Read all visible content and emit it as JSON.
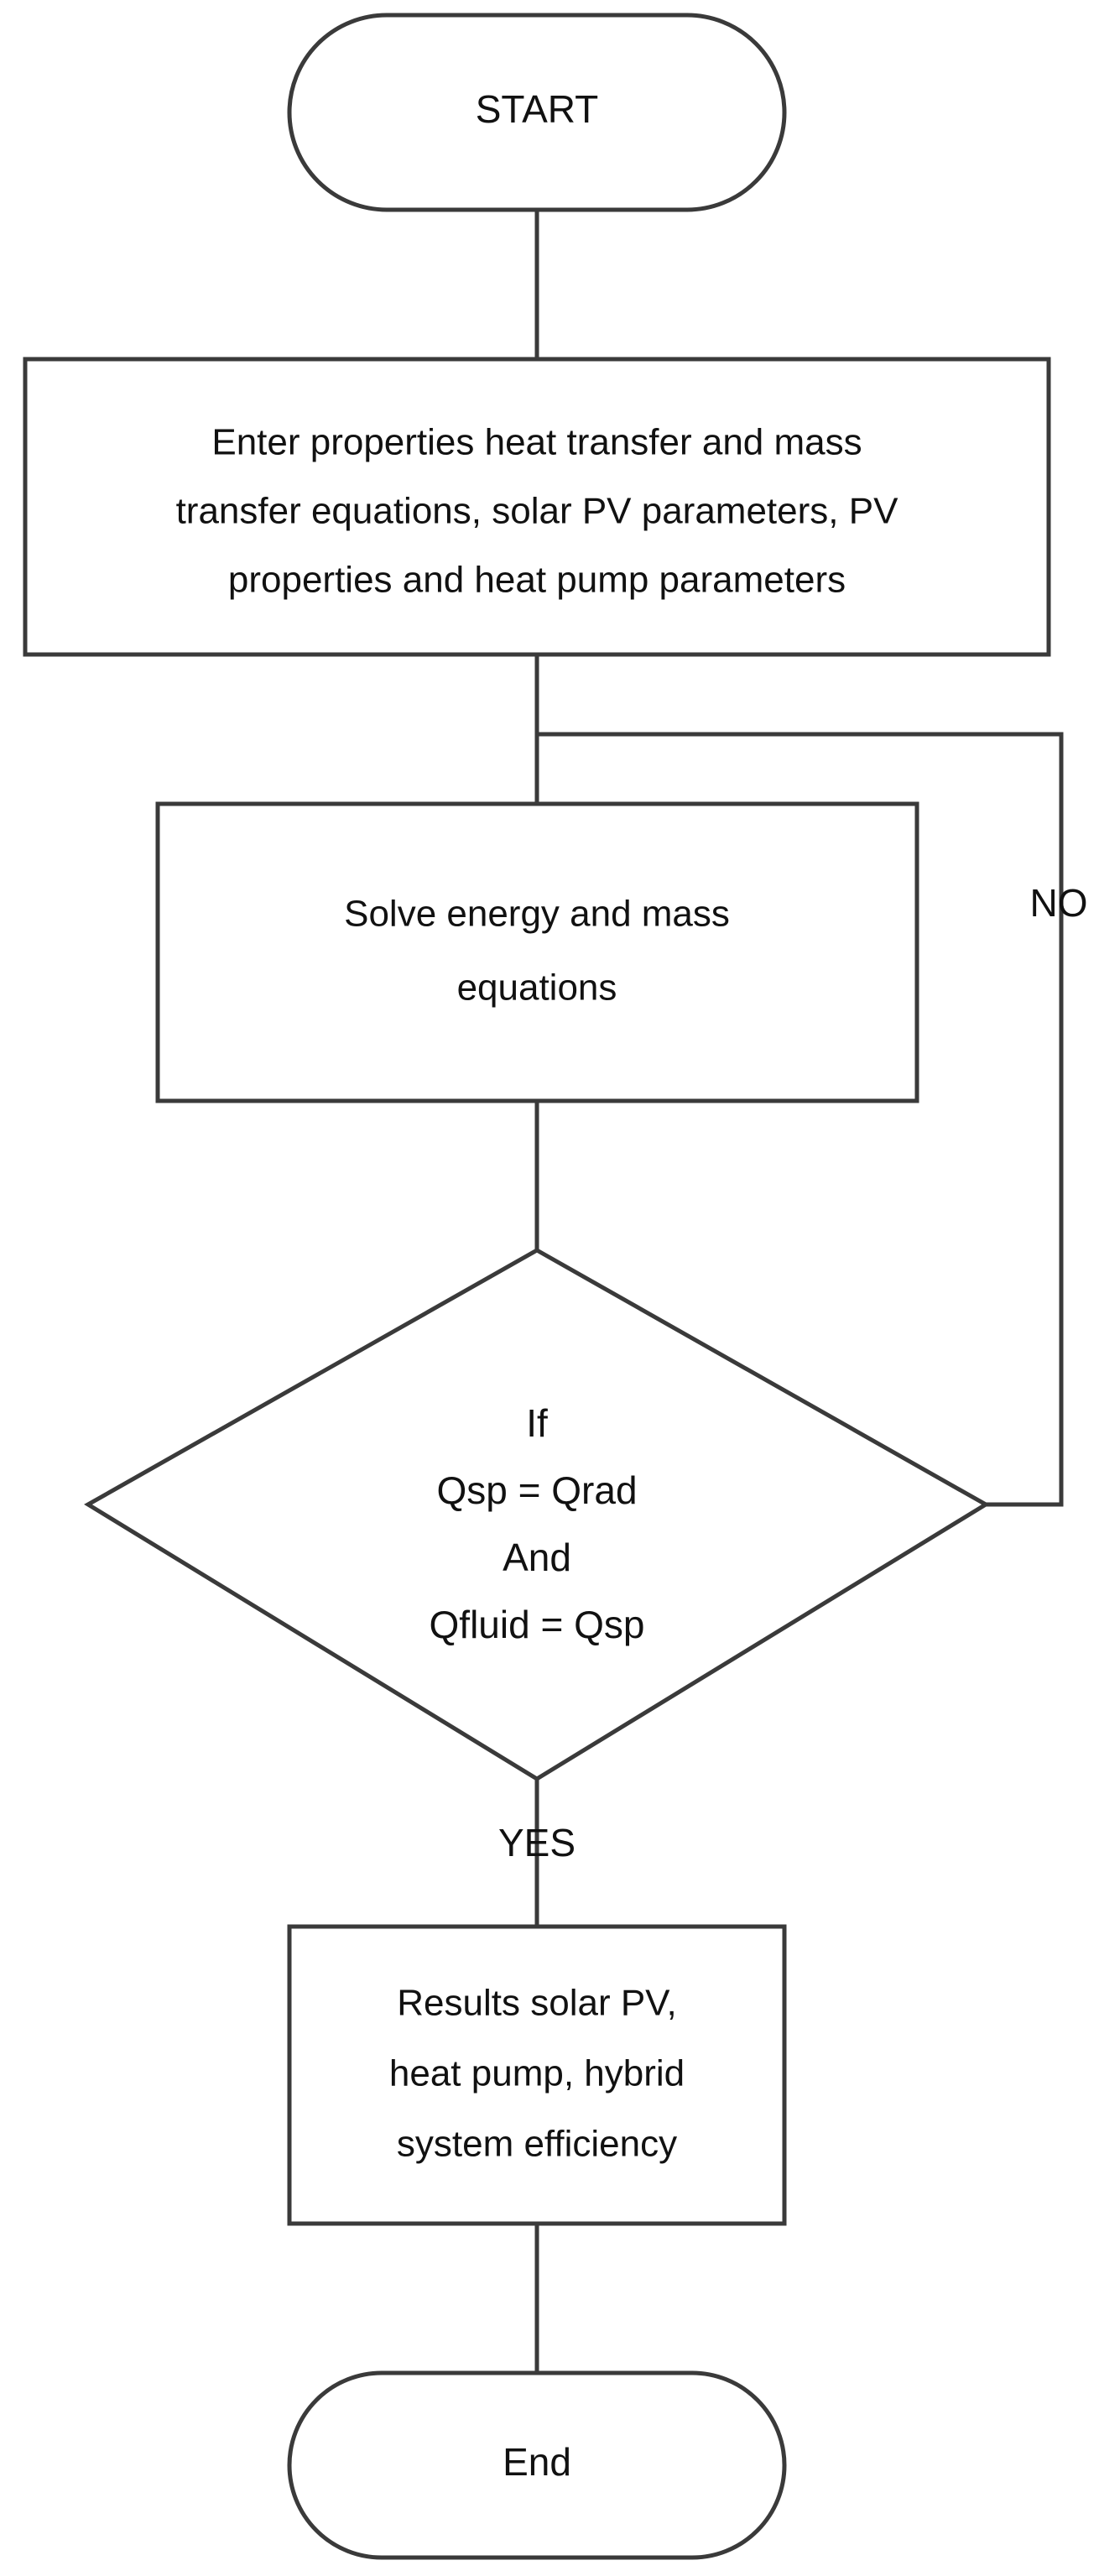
{
  "flowchart": {
    "start_label": "START",
    "input_step": {
      "line1": "Enter properties heat transfer and mass",
      "line2": "transfer equations, solar PV parameters, PV",
      "line3": "properties and heat pump parameters"
    },
    "solve_step": {
      "line1": "Solve energy and mass",
      "line2": "equations"
    },
    "decision": {
      "line1": "If",
      "line2": "Qsp = Qrad",
      "line3": "And",
      "line4": "Qfluid = Qsp"
    },
    "no_label": "NO",
    "yes_label": "YES",
    "results_step": {
      "line1": "Results solar PV,",
      "line2": "heat pump, hybrid",
      "line3": "system efficiency"
    },
    "end_label": "End"
  },
  "colors": {
    "stroke": "#3a3a3a",
    "text": "#111111",
    "background": "#ffffff"
  }
}
